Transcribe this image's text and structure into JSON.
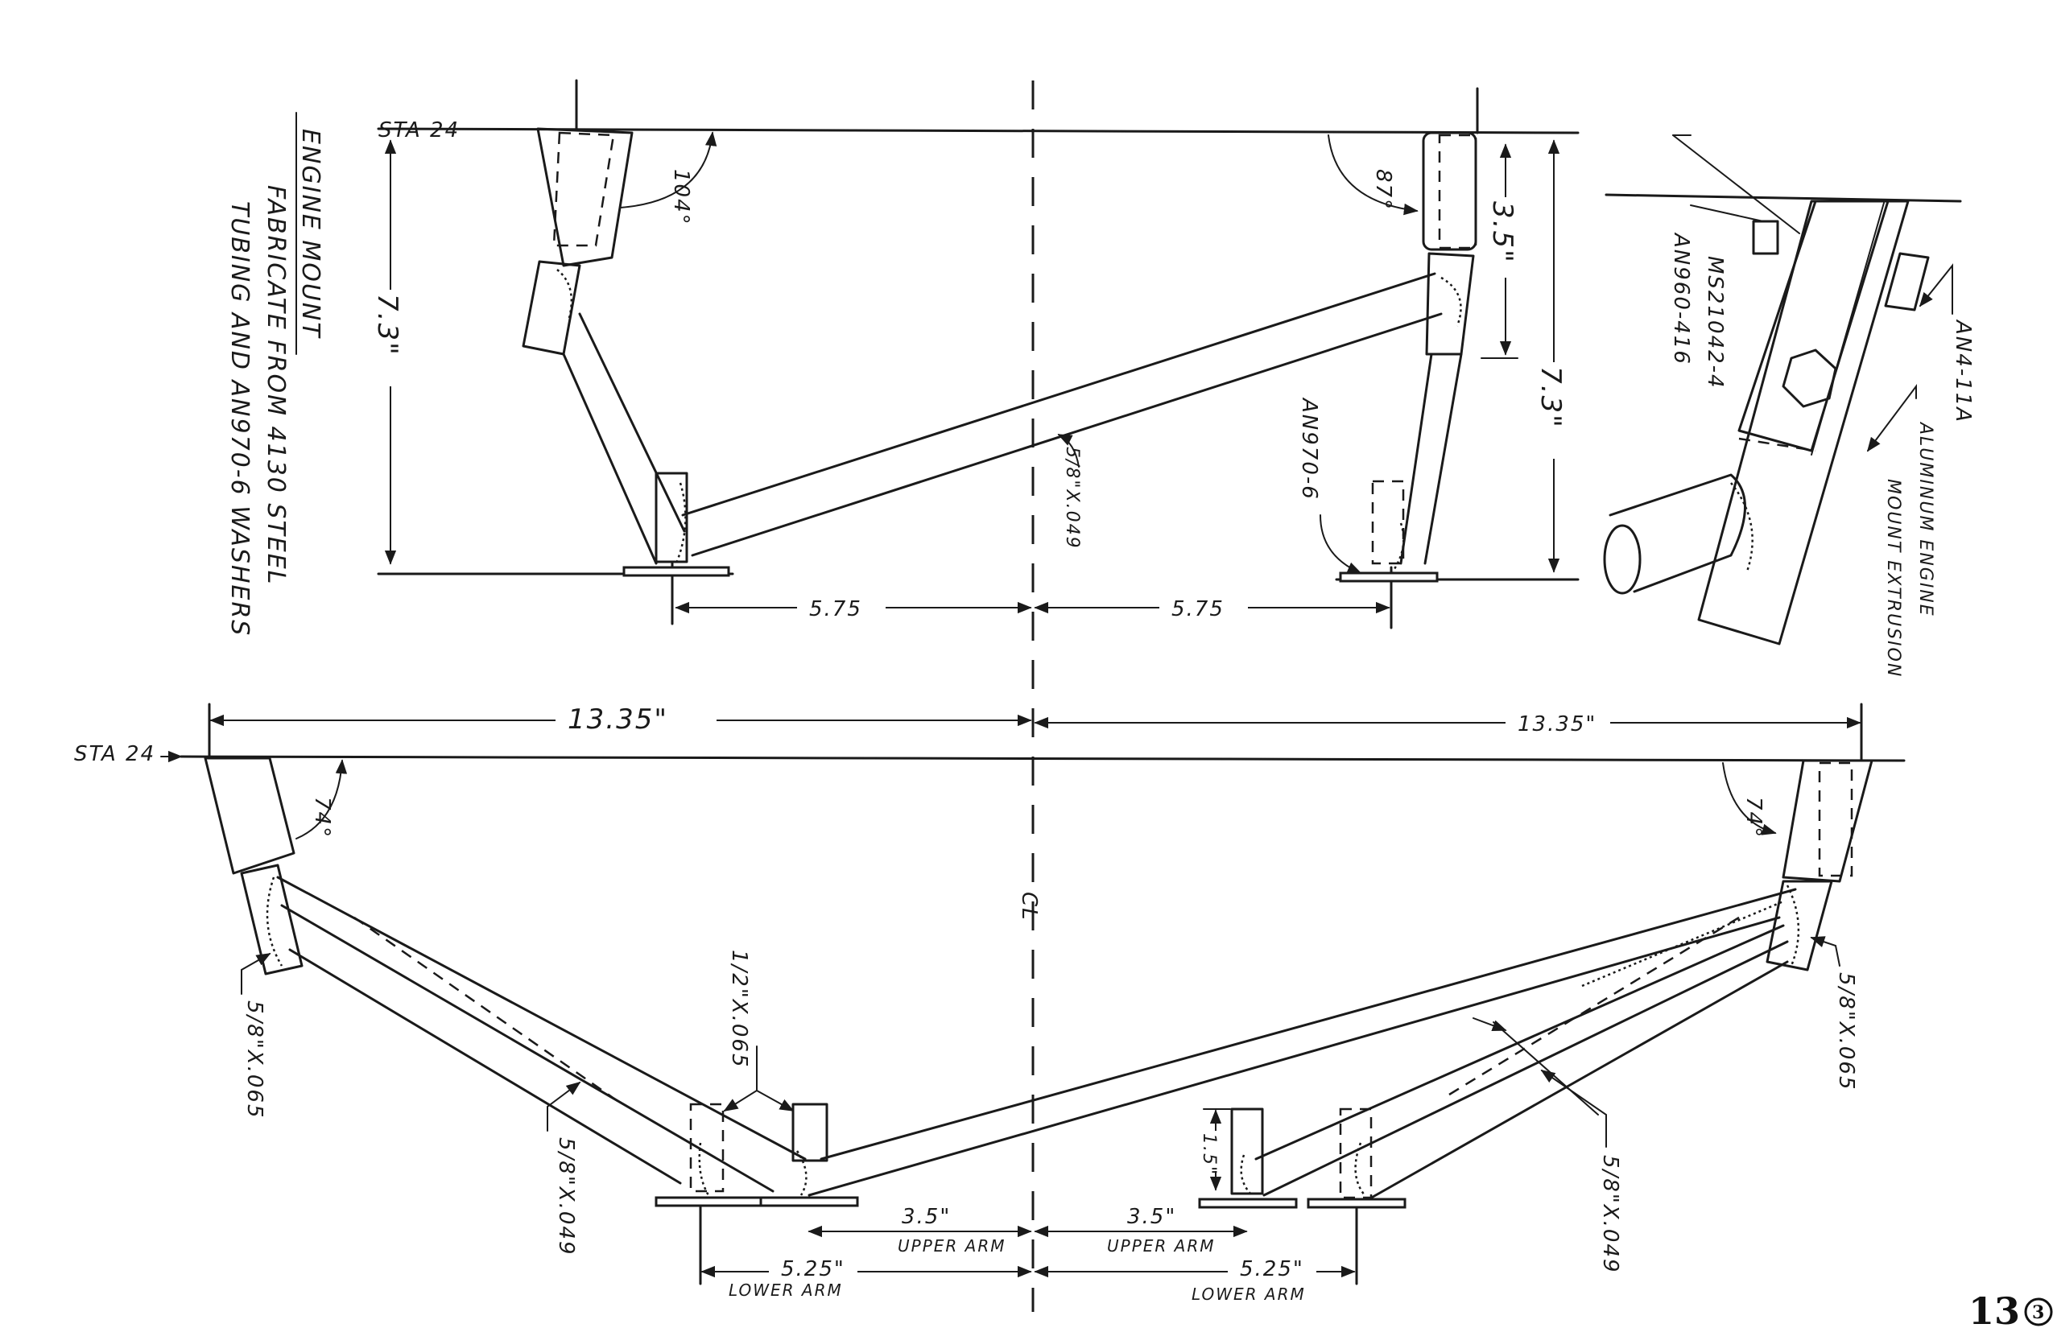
{
  "title": {
    "line1": "ENGINE MOUNT",
    "line2": "FABRICATE FROM 4130 STEEL",
    "line3": "TUBING AND AN970-6 WASHERS"
  },
  "top_view": {
    "station": "STA 24",
    "angle_left": "104°",
    "angle_right": "87°",
    "height_left": "7.3\"",
    "height_right": "7.3\"",
    "upper_dim": "3.5\"",
    "washer": "AN970-6",
    "tube": "5/8\"X.049",
    "width_left": "5.75",
    "width_right": "5.75"
  },
  "detail": {
    "bolt": "MS21042-4",
    "washer": "AN960-416",
    "bolt_label": "AN4-11A",
    "extrusion_line1": "ALUMINUM ENGINE",
    "extrusion_line2": "MOUNT EXTRUSION"
  },
  "bottom_view": {
    "station": "STA 24",
    "span_left": "13.35\"",
    "span_right": "13.35\"",
    "angle_left": "74°",
    "angle_right": "74°",
    "centerline": "CL",
    "tube_left_065": "5/8\"X.065",
    "tube_right_065": "5/8\"X.065",
    "tube_left_049": "5/8\"X.049",
    "tube_right_049": "5/8\"X.049",
    "tube_half": "1/2\"X.065",
    "height_small": "1.5\"",
    "upper_left": "3.5\"",
    "upper_right": "3.5\"",
    "upper_label": "UPPER ARM",
    "lower_left": "5.25\"",
    "lower_right": "5.25\"",
    "lower_label": "LOWER ARM"
  },
  "page": {
    "number": "13",
    "circled": "3"
  }
}
